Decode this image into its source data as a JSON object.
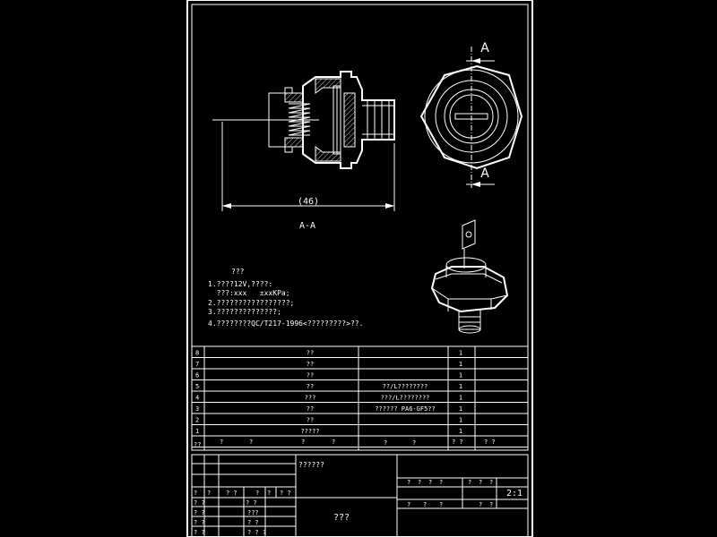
{
  "section_view": {
    "dimension_label": "(46)",
    "section_label": "A-A"
  },
  "end_view": {
    "cut_label_top": "A",
    "cut_label_bottom": "A"
  },
  "notes": {
    "title": "???",
    "lines": [
      "1.????12V,????:",
      "  ???:xxx   ±xxKPa;",
      "2.?????????????????;",
      "3.??????????????;",
      "4.????????QC/T217-1996<?????????>??."
    ]
  },
  "parts_list": {
    "rows": [
      {
        "no": "8",
        "name": "??",
        "spec": "",
        "qty": "1"
      },
      {
        "no": "7",
        "name": "??",
        "spec": "",
        "qty": "1"
      },
      {
        "no": "6",
        "name": "??",
        "spec": "",
        "qty": "1"
      },
      {
        "no": "5",
        "name": "??",
        "spec": "??/L????????",
        "qty": "1"
      },
      {
        "no": "4",
        "name": "???",
        "spec": "???/L????????",
        "qty": "1"
      },
      {
        "no": "3",
        "name": "??",
        "spec": "?????? PA6-GF5??",
        "qty": "1"
      },
      {
        "no": "2",
        "name": "??",
        "spec": "",
        "qty": "1"
      },
      {
        "no": "1",
        "name": "?????",
        "spec": "",
        "qty": "1"
      }
    ],
    "header": {
      "no": "??",
      "c1": "?",
      "c2": "?",
      "c3": "?",
      "c4": "?",
      "c5": "?",
      "c6": "?",
      "c7": "? ?",
      "c8": "? ?"
    }
  },
  "title_block": {
    "drawing_name": "??????",
    "company": "???",
    "scale": "2:1",
    "sheet_cells": [
      "?",
      "?",
      "?",
      "?",
      "?",
      "?",
      "?"
    ],
    "sheet_cells2": [
      "?",
      "?",
      "?",
      "?",
      "?"
    ],
    "rev_cells": [
      "?",
      "?",
      "? ?",
      "?",
      "?",
      "? ?"
    ],
    "sign_rows": [
      [
        "? ?",
        "",
        "",
        "? ?"
      ],
      [
        "? ?",
        "",
        "???",
        ""
      ],
      [
        "? ?",
        "",
        "? ?",
        ""
      ],
      [
        "? ?",
        "",
        "? ? ?",
        ""
      ]
    ]
  }
}
